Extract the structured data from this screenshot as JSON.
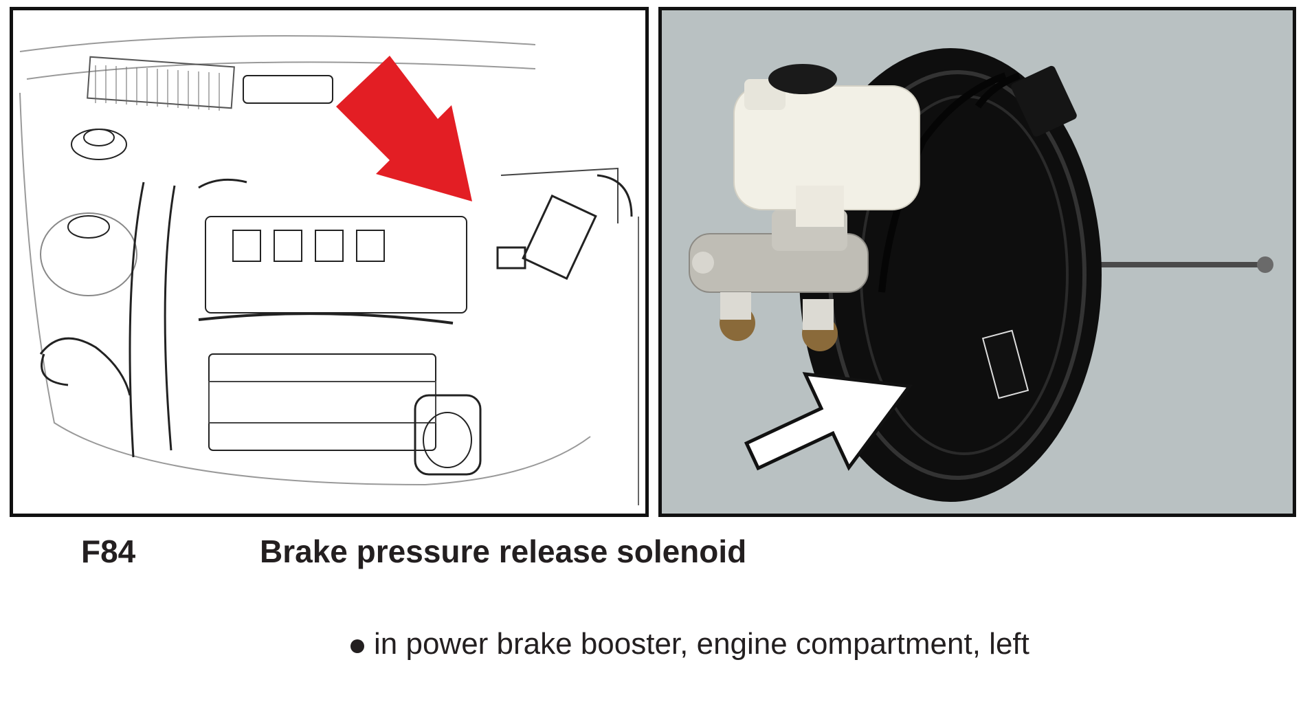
{
  "figure": {
    "left_panel": {
      "subject": "engine compartment line drawing",
      "arrow_icon": "arrow-down-right-icon",
      "arrow_color": "#e31e24"
    },
    "right_panel": {
      "subject": "power brake booster photo",
      "arrow_icon": "arrow-up-right-icon",
      "arrow_color": "#ffffff"
    }
  },
  "caption": {
    "code": "F84",
    "title": "Brake pressure release solenoid"
  },
  "bullets": [
    "in power brake booster, engine compartment, left"
  ],
  "colors": {
    "text": "#231f20",
    "frame": "#111111",
    "red_arrow": "#e31e24",
    "photo_background": "#b9c1c2"
  }
}
